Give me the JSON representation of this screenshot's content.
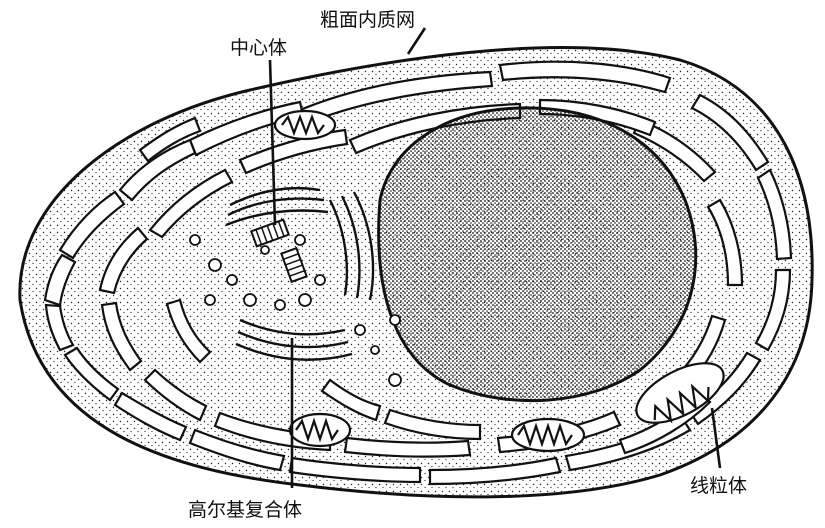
{
  "labels": {
    "rough_er": "粗面内质网",
    "centrosome": "中心体",
    "golgi": "高尔基复合体",
    "mitochondria": "线粒体"
  },
  "colors": {
    "ink": "#111111",
    "background": "#ffffff"
  }
}
